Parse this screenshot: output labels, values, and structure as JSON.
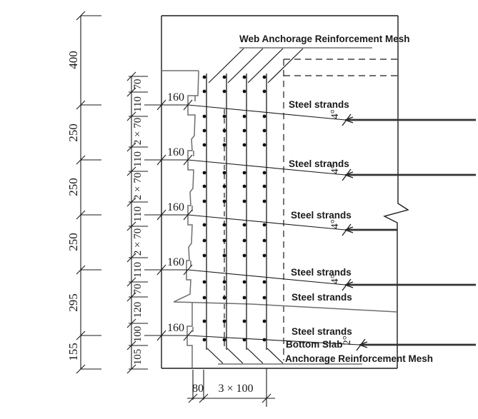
{
  "drawing": {
    "top_label": "Web Anchorage Reinforcement Mesh",
    "bottom_slab_label": "Bottom Slab",
    "bottom_mesh_label": "Anchorage Reinforcement Mesh",
    "strand_labels": [
      "Steel strands",
      "Steel strands",
      "Steel strands",
      "Steel strands",
      "Steel strands",
      "Steel strands"
    ],
    "strand_angles": [
      "4°",
      "4°",
      "4°",
      "4°",
      "2°"
    ],
    "recess_dims": [
      "160",
      "160",
      "160",
      "160",
      "160"
    ],
    "dims": {
      "outer": [
        "400",
        "250",
        "250",
        "250",
        "295",
        "155"
      ],
      "inner": [
        "70",
        "110",
        "2 × 70",
        "110",
        "2 × 70",
        "110",
        "2 × 70",
        "110",
        "70",
        "120",
        "100",
        "105"
      ],
      "bottom": [
        "80",
        "3 × 100"
      ]
    },
    "colors": {
      "line": "#1a1a1a",
      "profile": "#6e6e6e",
      "leader": "#555555"
    }
  }
}
